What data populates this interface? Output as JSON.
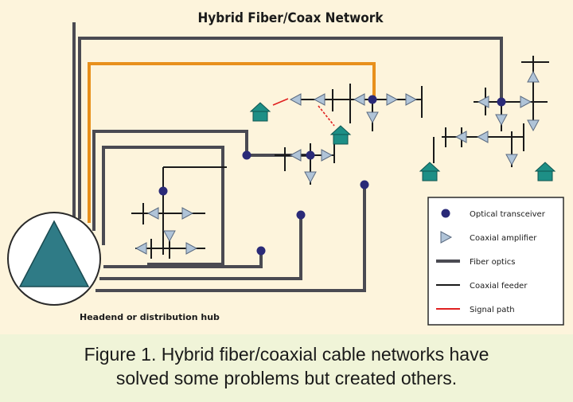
{
  "title": "Hybrid Fiber/Coax Network",
  "hub_label": "Headend or distribution hub",
  "legend": {
    "items": [
      {
        "name": "optical-transceiver-legend",
        "label": "Optical transceiver"
      },
      {
        "name": "coaxial-amplifier-legend",
        "label": "Coaxial amplifier"
      },
      {
        "name": "fiber-optics-legend",
        "label": "Fiber optics"
      },
      {
        "name": "coaxial-feeder-legend",
        "label": "Coaxial feeder"
      },
      {
        "name": "signal-path-legend",
        "label": "Signal path"
      }
    ]
  },
  "caption": {
    "line1": "Figure 1. Hybrid fiber/coaxial cable networks have",
    "line2": "solved some problems but created others."
  },
  "colors": {
    "background": "#fdf4dc",
    "fiber": "#4a4a52",
    "orange_fiber": "#e8901c",
    "signal": "#e02020",
    "amplifier": "#b0c4d8",
    "transceiver": "#2a2a78",
    "house": "#1d8f86",
    "hub_triangle": "#2f7b86",
    "caption_bg": "#f0f4d8"
  }
}
